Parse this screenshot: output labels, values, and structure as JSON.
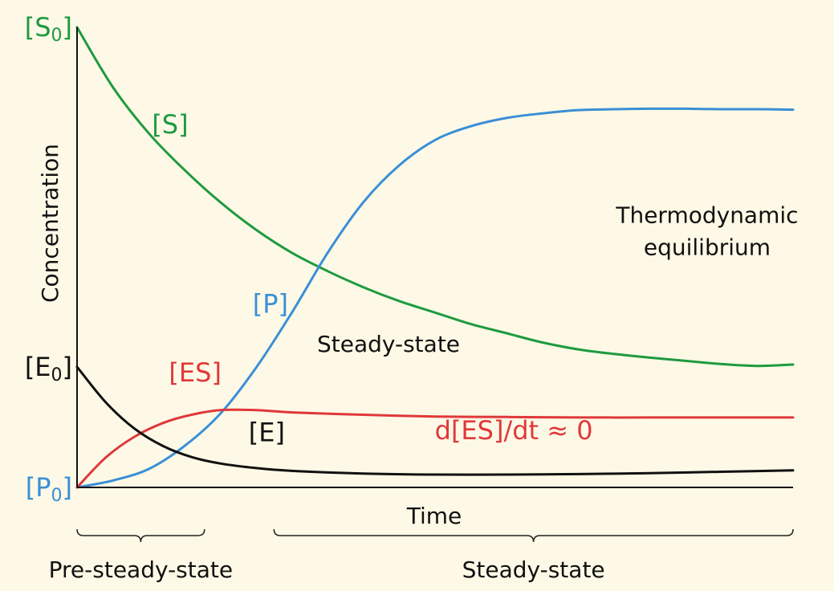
{
  "chart_data": {
    "type": "line",
    "xlabel": "Time",
    "ylabel": "Concentration",
    "x_ticks": [],
    "y_ticks": [],
    "xlim": [
      0,
      100
    ],
    "ylim": [
      0,
      100
    ],
    "grid": false,
    "colors": {
      "S": "#1f9a3f",
      "P": "#3a8fd6",
      "ES": "#e0383a",
      "E": "#111111"
    },
    "series": [
      {
        "key": "S",
        "x": [
          0,
          5,
          10,
          15,
          20,
          25,
          30,
          35,
          40,
          45,
          50,
          55,
          60,
          65,
          70,
          75,
          80,
          85,
          90,
          95,
          100
        ],
        "values": [
          100,
          87,
          77,
          69,
          62,
          56,
          51,
          47,
          43.5,
          40.5,
          38,
          35.5,
          33.5,
          31.5,
          30,
          29,
          28.2,
          27.5,
          26.8,
          26.4,
          26.7
        ]
      },
      {
        "key": "P",
        "x": [
          0,
          5,
          10,
          15,
          20,
          25,
          30,
          35,
          40,
          45,
          50,
          55,
          60,
          65,
          70,
          75,
          80,
          85,
          90,
          95,
          100
        ],
        "values": [
          0,
          1.5,
          4,
          9,
          16,
          26,
          38,
          51,
          62,
          70,
          75.5,
          78.5,
          80.3,
          81.3,
          82,
          82.2,
          82.3,
          82.3,
          82.2,
          82.2,
          82.1
        ]
      },
      {
        "key": "ES",
        "x": [
          0,
          4,
          8,
          12,
          16,
          20,
          25,
          30,
          40,
          50,
          60,
          70,
          80,
          90,
          100
        ],
        "values": [
          0,
          6.5,
          11,
          14,
          15.8,
          16.8,
          16.8,
          16.3,
          15.8,
          15.4,
          15.3,
          15.2,
          15.2,
          15.2,
          15.2
        ]
      },
      {
        "key": "E",
        "x": [
          0,
          4,
          8,
          12,
          16,
          20,
          25,
          30,
          40,
          50,
          60,
          70,
          80,
          90,
          100
        ],
        "values": [
          26.2,
          18.5,
          12.8,
          9,
          6.6,
          5.2,
          4.2,
          3.6,
          3,
          2.8,
          2.8,
          2.9,
          3.1,
          3.4,
          3.7
        ]
      }
    ],
    "curve_labels": [
      {
        "series": "S",
        "text": "[S]",
        "x": 13,
        "y": 77
      },
      {
        "series": "P",
        "text": "[P]",
        "x": 27,
        "y": 38
      },
      {
        "series": "ES",
        "text": "[ES]",
        "x": 16.5,
        "y": 23
      },
      {
        "series": "E",
        "text": "[E]",
        "x": 26.5,
        "y": 10
      }
    ],
    "y_axis_labels": [
      {
        "series": "S",
        "base": "[S",
        "subscript": "0",
        "close": "]",
        "y": 100
      },
      {
        "series": "E",
        "base": "[E",
        "subscript": "0",
        "close": "]",
        "y": 26.2
      },
      {
        "series": "P",
        "base": "[P",
        "subscript": "0",
        "close": "]",
        "y": 0
      }
    ],
    "annotations": [
      {
        "text": "Thermodynamic",
        "x": 88,
        "y": 57.5,
        "color": "#111111"
      },
      {
        "text": "equilibrium",
        "x": 88,
        "y": 50.5,
        "color": "#111111"
      },
      {
        "text": "Steady-state",
        "x": 43.5,
        "y": 29.5,
        "color": "#111111"
      },
      {
        "text": "d[ES]/dt ≈ 0",
        "x": 61,
        "y": 10.5,
        "color": "#e0383a"
      }
    ],
    "phases": [
      {
        "label": "Pre-steady-state",
        "x_start": 0,
        "x_end": 17.8
      },
      {
        "label": "Steady-state",
        "x_start": 27.5,
        "x_end": 100
      }
    ]
  }
}
